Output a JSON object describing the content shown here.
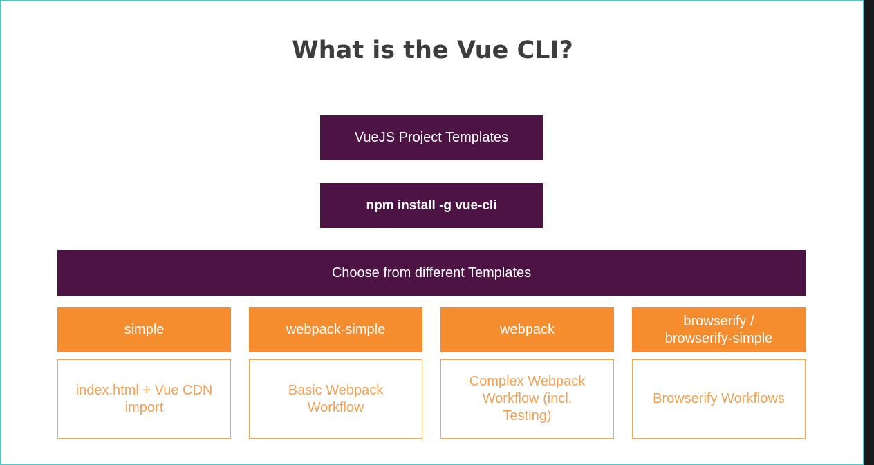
{
  "title": "What is the Vue CLI?",
  "boxes": {
    "templates": "VueJS Project Templates",
    "install": "npm install -g vue-cli",
    "choose": "Choose from different Templates"
  },
  "columns": [
    {
      "name": "simple",
      "description": "index.html + Vue CDN import"
    },
    {
      "name": "webpack-simple",
      "description": "Basic Webpack Workflow"
    },
    {
      "name": "webpack",
      "description": "Complex Webpack Workflow (incl. Testing)"
    },
    {
      "name": "browserify / browserify-simple",
      "description": "Browserify Workflows"
    }
  ],
  "colors": {
    "purple": "#4c1344",
    "orange": "#f58c2e",
    "outline": "#f2a659",
    "title": "#3d3d3d"
  }
}
